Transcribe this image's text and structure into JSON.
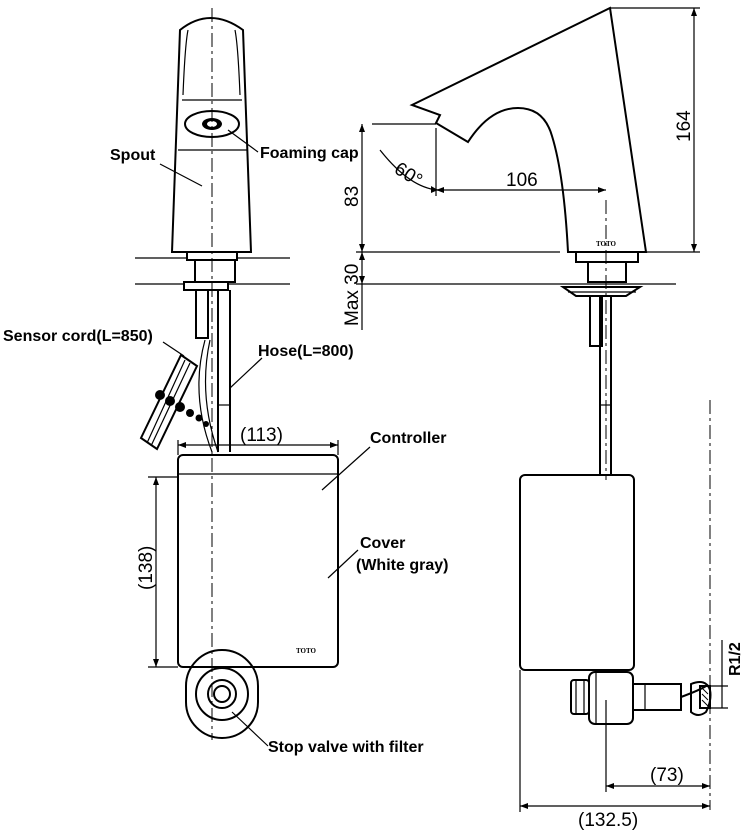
{
  "labels": {
    "spout": "Spout",
    "foaming_cap": "Foaming cap",
    "sensor_cord": "Sensor cord(L=850)",
    "hose": "Hose(L=800)",
    "controller": "Controller",
    "cover": "Cover",
    "cover_color": "(White gray)",
    "stop_valve": "Stop valve with filter"
  },
  "dimensions": {
    "controller_width": "(113)",
    "controller_height": "(138)",
    "angle": "60°",
    "reach": "106",
    "spout_height": "83",
    "total_height": "164",
    "max_deck": "Max 30",
    "thread": "R1/2",
    "valve_offset": "(73)",
    "overall_depth": "(132.5)"
  },
  "brand": {
    "front_cover": "TOTO",
    "side_base": "TOTO"
  }
}
